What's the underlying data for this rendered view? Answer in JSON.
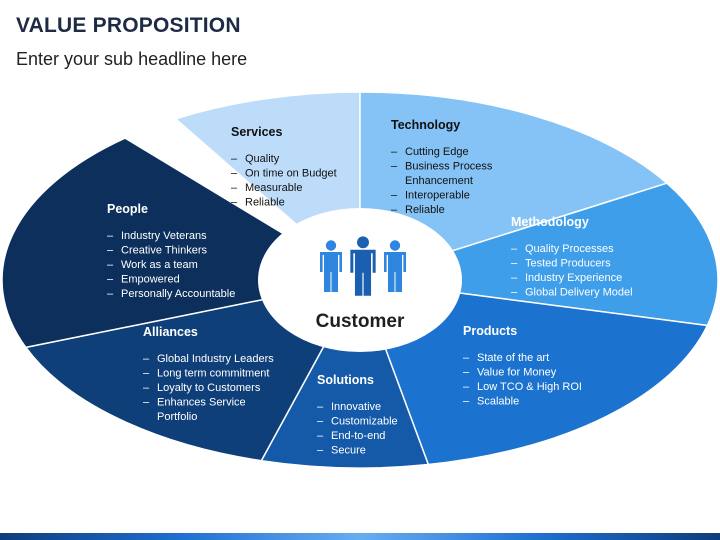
{
  "header": {
    "title": "VALUE PROPOSITION",
    "subtitle": "Enter your sub headline here"
  },
  "center": {
    "label": "Customer",
    "icon": "people-icon",
    "icon_color": "#2e86de"
  },
  "segments": [
    {
      "key": "services",
      "title": "Services",
      "color": "#bcdcfa",
      "text_color": "#111111",
      "items": [
        "Quality",
        "On time on Budget",
        "Measurable",
        "Reliable"
      ]
    },
    {
      "key": "technology",
      "title": "Technology",
      "color": "#85c3f6",
      "text_color": "#111111",
      "items": [
        "Cutting Edge",
        "Business Process",
        "Enhancement",
        "Interoperable",
        "Reliable"
      ]
    },
    {
      "key": "methodology",
      "title": "Methodology",
      "color": "#3e9eea",
      "text_color": "#ffffff",
      "items": [
        "Quality Processes",
        "Tested Producers",
        "Industry Experience",
        "Global Delivery Model"
      ]
    },
    {
      "key": "products",
      "title": "Products",
      "color": "#1b72cf",
      "text_color": "#ffffff",
      "items": [
        "State of the art",
        "Value for Money",
        "Low TCO & High ROI",
        "Scalable"
      ]
    },
    {
      "key": "solutions",
      "title": "Solutions",
      "color": "#145aa8",
      "text_color": "#ffffff",
      "items": [
        "Innovative",
        "Customizable",
        "End-to-end",
        "Secure"
      ]
    },
    {
      "key": "alliances",
      "title": "Alliances",
      "color": "#0f3f78",
      "text_color": "#ffffff",
      "items": [
        "Global Industry Leaders",
        "Long term commitment",
        "Loyalty to Customers",
        "Enhances Service",
        "Portfolio"
      ]
    },
    {
      "key": "people",
      "title": "People",
      "color": "#0c2f5c",
      "text_color": "#ffffff",
      "items": [
        "Industry Veterans",
        "Creative Thinkers",
        "Work as a team",
        "Empowered",
        "Personally Accountable"
      ]
    }
  ]
}
